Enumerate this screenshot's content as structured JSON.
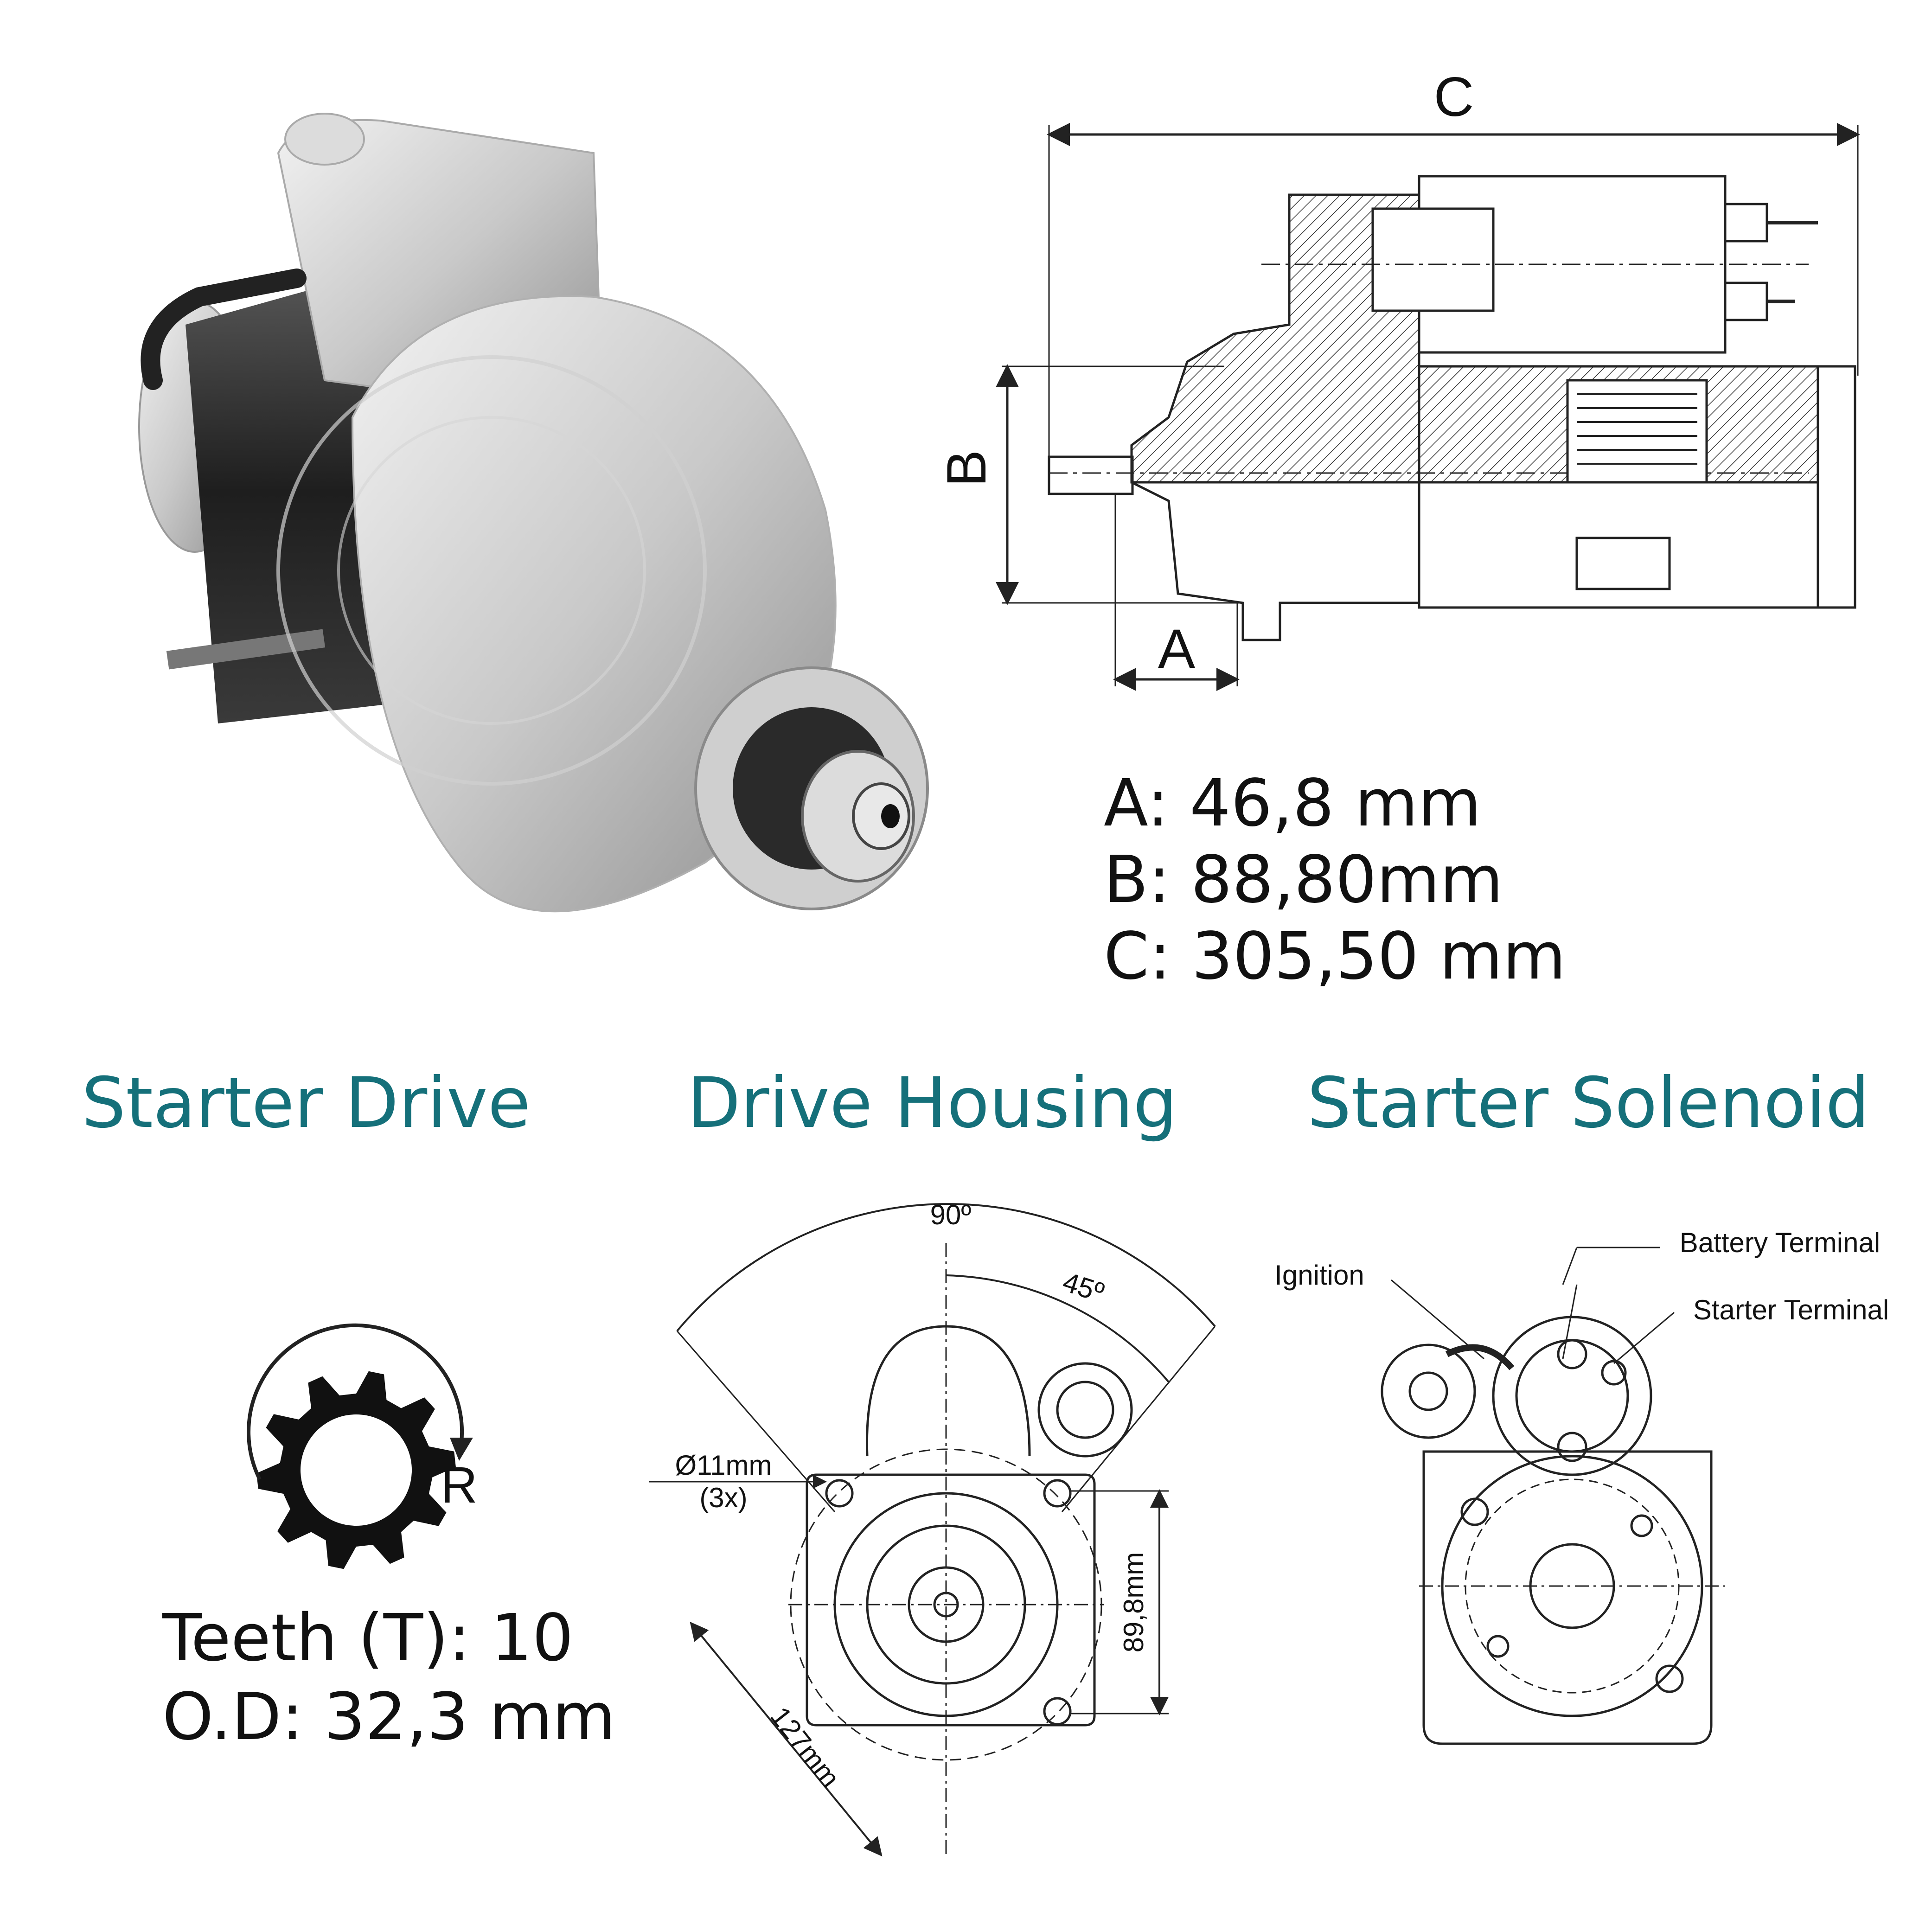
{
  "dimension_labels": {
    "a": "A",
    "b": "B",
    "c": "C"
  },
  "specs": {
    "a": "A: 46,8 mm",
    "b": "B: 88,80mm",
    "c": "C: 305,50 mm"
  },
  "sections": {
    "starter_drive": "Starter Drive",
    "drive_housing": "Drive Housing",
    "starter_solenoid": "Starter Solenoid"
  },
  "starter_drive": {
    "rotation_label": "R",
    "teeth": "Teeth (T): 10",
    "od": "O.D: 32,3 mm"
  },
  "drive_housing": {
    "angle_90": "90º",
    "angle_45": "45º",
    "hole_dia": "Ø11mm",
    "hole_count": "(3x)",
    "pcd": "127mm",
    "height": "89,8mm"
  },
  "solenoid": {
    "ignition": "Ignition",
    "battery_terminal": "Battery Terminal",
    "starter_terminal": "Starter Terminal"
  },
  "colors": {
    "heading": "#15707a",
    "line": "#222222",
    "body_dark": "#2a2a2a"
  },
  "icons": [
    "starter-motor-photo",
    "pinion-gear-icon",
    "rotation-arrow-icon"
  ]
}
